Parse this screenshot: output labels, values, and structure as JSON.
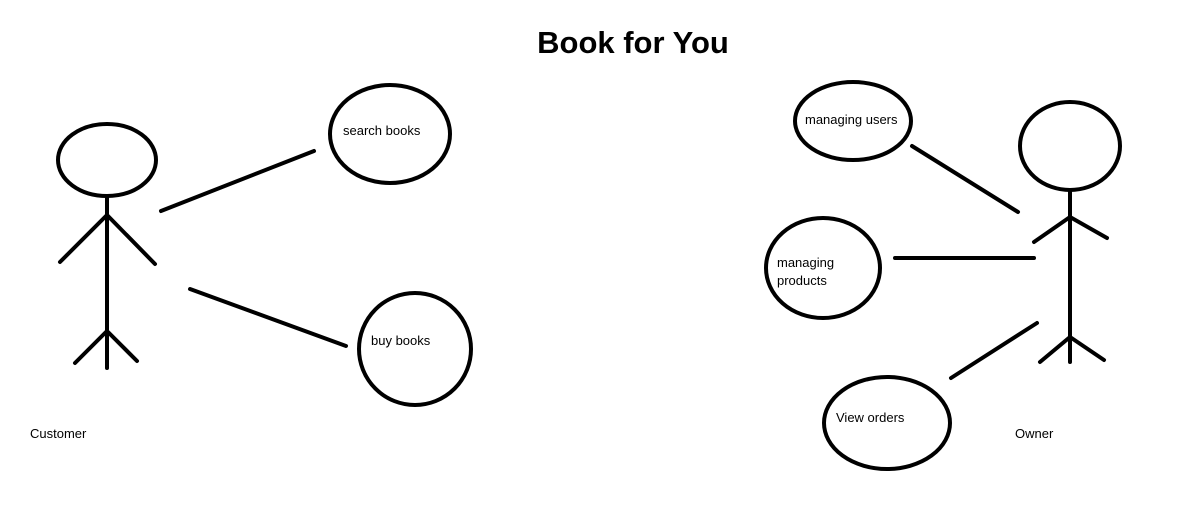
{
  "diagram": {
    "title": "Book for You",
    "stroke_color": "#000000",
    "background": "#ffffff",
    "actors": [
      {
        "id": "customer",
        "label": "Customer"
      },
      {
        "id": "owner",
        "label": "Owner"
      }
    ],
    "use_cases": [
      {
        "id": "search",
        "label_lines": [
          "search books"
        ],
        "actor": "customer"
      },
      {
        "id": "buy",
        "label_lines": [
          "buy books"
        ],
        "actor": "customer"
      },
      {
        "id": "users",
        "label_lines": [
          "managing users"
        ],
        "actor": "owner"
      },
      {
        "id": "products",
        "label_lines": [
          "managing",
          "products"
        ],
        "actor": "owner"
      },
      {
        "id": "orders",
        "label_lines": [
          "View orders"
        ],
        "actor": "owner"
      }
    ]
  }
}
